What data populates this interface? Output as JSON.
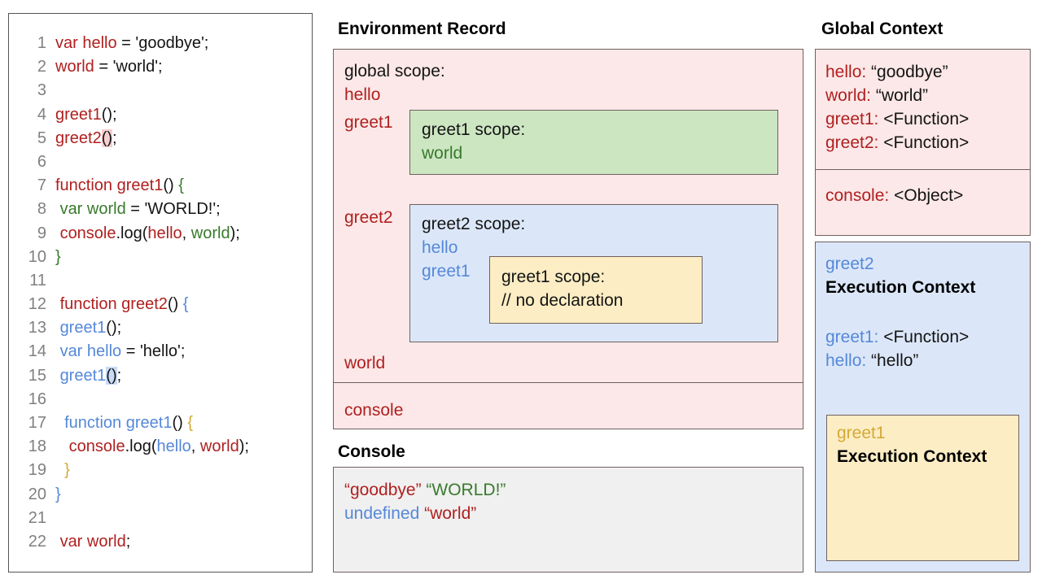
{
  "code_panel": {
    "lines": [
      {
        "n": "1",
        "tokens": [
          {
            "t": "var hello",
            "c": "k-red"
          },
          {
            "t": " = 'goodbye';",
            "c": "k-black"
          }
        ]
      },
      {
        "n": "2",
        "tokens": [
          {
            "t": "world",
            "c": "k-red"
          },
          {
            "t": " = 'world';",
            "c": "k-black"
          }
        ]
      },
      {
        "n": "3",
        "tokens": []
      },
      {
        "n": "4",
        "tokens": [
          {
            "t": "greet1",
            "c": "k-red"
          },
          {
            "t": "();",
            "c": "k-black"
          }
        ]
      },
      {
        "n": "5",
        "tokens": [
          {
            "t": "greet2",
            "c": "k-red"
          },
          {
            "t": "()",
            "c": "k-black hl-pink"
          },
          {
            "t": ";",
            "c": "k-black"
          }
        ]
      },
      {
        "n": "6",
        "tokens": []
      },
      {
        "n": "7",
        "tokens": [
          {
            "t": "function greet1",
            "c": "k-red"
          },
          {
            "t": "() ",
            "c": "k-black"
          },
          {
            "t": "{",
            "c": "k-green"
          }
        ]
      },
      {
        "n": "8",
        "tokens": [
          {
            "t": " ",
            "c": "k-black"
          },
          {
            "t": "var world",
            "c": "k-green"
          },
          {
            "t": " = 'WORLD!';",
            "c": "k-black"
          }
        ]
      },
      {
        "n": "9",
        "tokens": [
          {
            "t": " ",
            "c": "k-black"
          },
          {
            "t": "console",
            "c": "k-red"
          },
          {
            "t": ".log(",
            "c": "k-black"
          },
          {
            "t": "hello",
            "c": "k-red"
          },
          {
            "t": ", ",
            "c": "k-black"
          },
          {
            "t": "world",
            "c": "k-green"
          },
          {
            "t": ");",
            "c": "k-black"
          }
        ]
      },
      {
        "n": "10",
        "tokens": [
          {
            "t": "}",
            "c": "k-green"
          }
        ]
      },
      {
        "n": "11",
        "tokens": []
      },
      {
        "n": "12",
        "tokens": [
          {
            "t": " ",
            "c": "k-black"
          },
          {
            "t": "function greet2",
            "c": "k-red"
          },
          {
            "t": "() ",
            "c": "k-black"
          },
          {
            "t": "{",
            "c": "k-blue"
          }
        ]
      },
      {
        "n": "13",
        "tokens": [
          {
            "t": " ",
            "c": "k-black"
          },
          {
            "t": "greet1",
            "c": "k-blue"
          },
          {
            "t": "();",
            "c": "k-black"
          }
        ]
      },
      {
        "n": "14",
        "tokens": [
          {
            "t": " ",
            "c": "k-black"
          },
          {
            "t": "var hello",
            "c": "k-blue"
          },
          {
            "t": " = 'hello';",
            "c": "k-black"
          }
        ]
      },
      {
        "n": "15",
        "tokens": [
          {
            "t": " ",
            "c": "k-black"
          },
          {
            "t": "greet1",
            "c": "k-blue"
          },
          {
            "t": "()",
            "c": "k-black hl-blue"
          },
          {
            "t": ";",
            "c": "k-black"
          }
        ]
      },
      {
        "n": "16",
        "tokens": []
      },
      {
        "n": "17",
        "tokens": [
          {
            "t": "  ",
            "c": "k-black"
          },
          {
            "t": "function greet1",
            "c": "k-blue"
          },
          {
            "t": "() ",
            "c": "k-black"
          },
          {
            "t": "{",
            "c": "k-gold"
          }
        ]
      },
      {
        "n": "18",
        "tokens": [
          {
            "t": "   ",
            "c": "k-black"
          },
          {
            "t": "console",
            "c": "k-red"
          },
          {
            "t": ".log(",
            "c": "k-black"
          },
          {
            "t": "hello",
            "c": "k-blue"
          },
          {
            "t": ", ",
            "c": "k-black"
          },
          {
            "t": "world",
            "c": "k-red"
          },
          {
            "t": ");",
            "c": "k-black"
          }
        ]
      },
      {
        "n": "19",
        "tokens": [
          {
            "t": "  ",
            "c": "k-black"
          },
          {
            "t": "}",
            "c": "k-gold"
          }
        ]
      },
      {
        "n": "20",
        "tokens": [
          {
            "t": "}",
            "c": "k-blue"
          }
        ]
      },
      {
        "n": "21",
        "tokens": []
      },
      {
        "n": "22",
        "tokens": [
          {
            "t": " ",
            "c": "k-black"
          },
          {
            "t": "var world",
            "c": "k-red"
          },
          {
            "t": ";",
            "c": "k-black"
          }
        ]
      }
    ]
  },
  "environment_record": {
    "title": "Environment Record",
    "global_scope_label": "global scope:",
    "hello": "hello",
    "greet1": "greet1",
    "greet2": "greet2",
    "world": "world",
    "console": "console",
    "greet1_scope": {
      "title": "greet1 scope:",
      "var": "world"
    },
    "greet2_scope": {
      "title": "greet2 scope:",
      "var1": "hello",
      "var2": "greet1",
      "inner_greet1_scope": {
        "title": "greet1 scope:",
        "note": "// no declaration"
      }
    }
  },
  "console_panel": {
    "title": "Console",
    "lines": [
      [
        {
          "t": "“goodbye” ",
          "color": "#b02020"
        },
        {
          "t": "“WORLD!”",
          "color": "#387a2b"
        }
      ],
      [
        {
          "t": "undefined ",
          "color": "#5588d8"
        },
        {
          "t": "“world”",
          "color": "#b02020"
        }
      ]
    ]
  },
  "global_context": {
    "title": "Global Context",
    "upper_rows": [
      {
        "key": "hello: ",
        "value": "“goodbye”"
      },
      {
        "key": "world: ",
        "value": "“world”"
      },
      {
        "key": "greet1: ",
        "value": "<Function>"
      },
      {
        "key": "greet2: ",
        "value": "<Function>"
      }
    ],
    "lower_rows": [
      {
        "key": "console: ",
        "value": "<Object>"
      }
    ]
  },
  "greet2_execution_context": {
    "name": "greet2",
    "title": "Execution Context",
    "rows": [
      {
        "key": "greet1: ",
        "value": "<Function>"
      },
      {
        "key": "hello: ",
        "value": "“hello”"
      }
    ],
    "greet1_execution_context": {
      "name": "greet1",
      "title": "Execution Context"
    }
  },
  "colors": {
    "red": "#b02020",
    "green": "#387a2b",
    "blue": "#5588d8",
    "gold": "#d6a935",
    "pink_bg": "#fce8e8",
    "green_bg": "#ccE6c2",
    "blue_bg": "#dbe7f9",
    "yellow_bg": "#fcedc4",
    "console_bg": "#f0f0f0",
    "border": "#6e6160"
  }
}
